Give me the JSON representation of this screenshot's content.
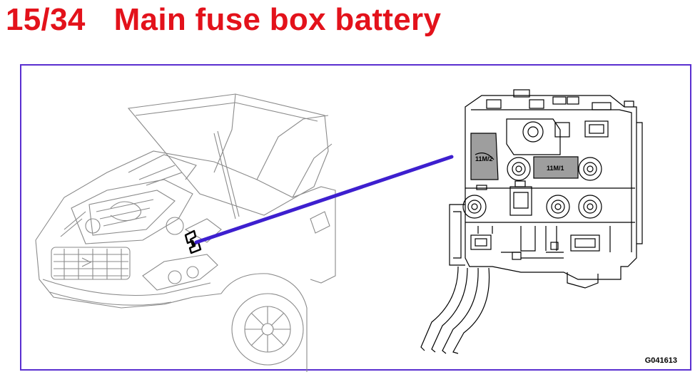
{
  "header": {
    "page_number": "15/34",
    "title": "Main fuse box battery"
  },
  "diagram": {
    "figure_code": "G041613",
    "fuse_labels": [
      "11M/2",
      "11M/1"
    ],
    "colors": {
      "title": "#e3121b",
      "frame": "#5a2fd0",
      "leader_line": "#3d1fcf",
      "fuse_fill": "#9e9e9e",
      "line_art": "#8a8a8a"
    }
  }
}
